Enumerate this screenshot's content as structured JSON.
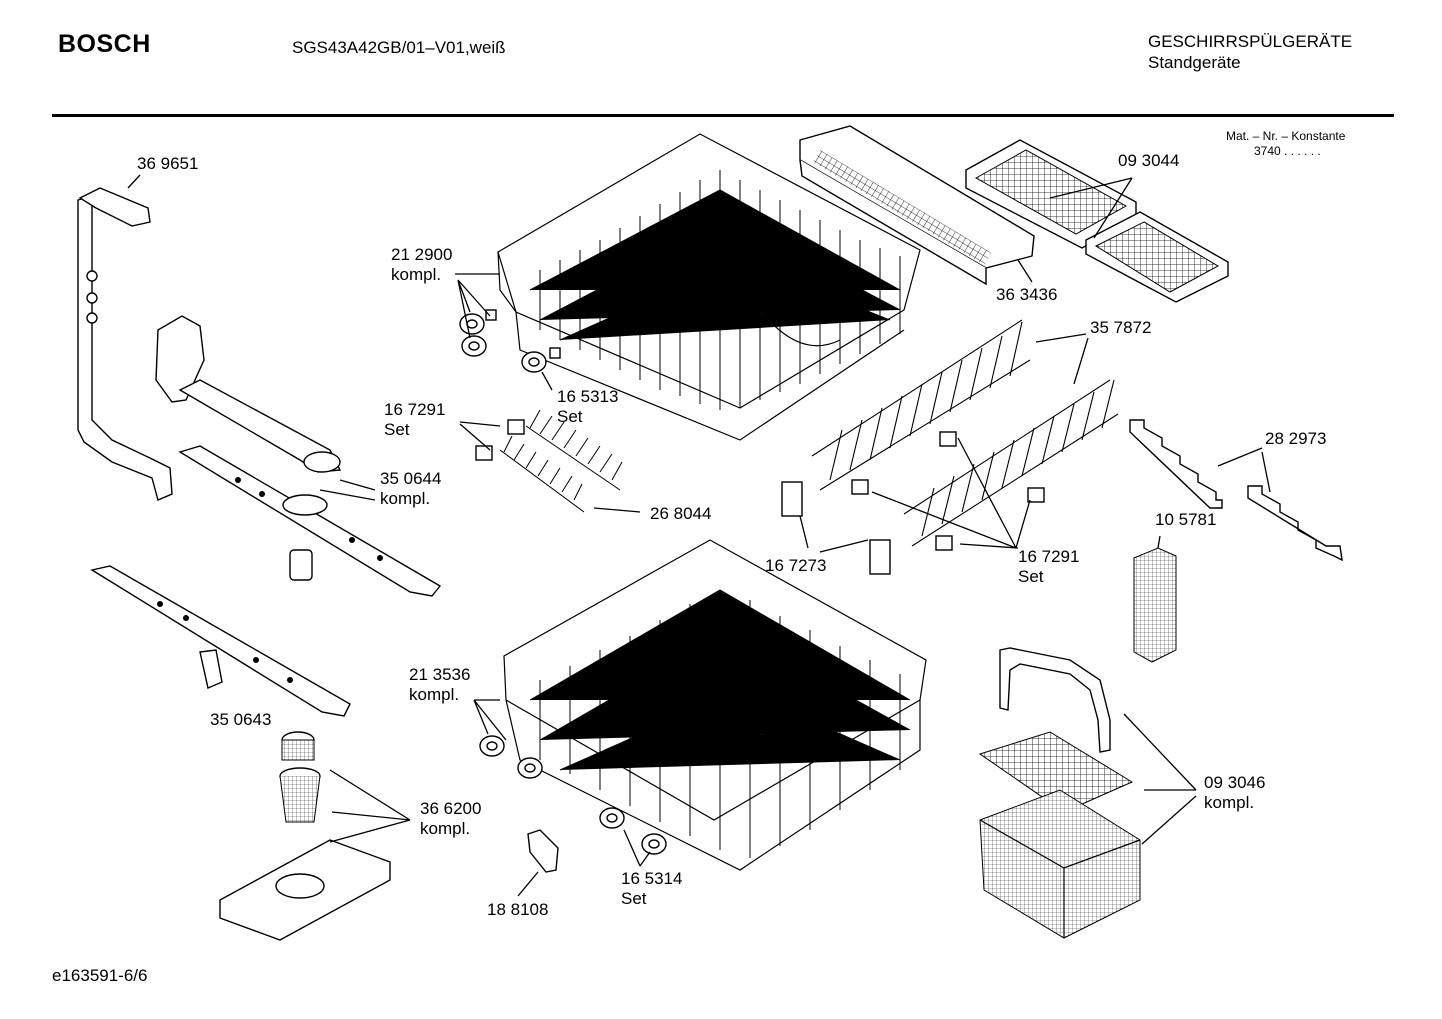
{
  "header": {
    "brand": "BOSCH",
    "model": "SGS43A42GB/01–V01,weiß",
    "category_line1": "GESCHIRRSPÜLGERÄTE",
    "category_line2": "Standgeräte"
  },
  "mat_box": {
    "label": "Mat. – Nr. – Konstante",
    "value": "3740 .  .  .  .  .  ."
  },
  "footer": {
    "code": "e163591-6/6"
  },
  "parts": [
    {
      "id": "p369651",
      "number": "36 9651",
      "sub": ""
    },
    {
      "id": "p212900",
      "number": "21 2900",
      "sub": "kompl."
    },
    {
      "id": "p165313",
      "number": "16 5313",
      "sub": "Set"
    },
    {
      "id": "p167291a",
      "number": "16 7291",
      "sub": "Set"
    },
    {
      "id": "p350644",
      "number": "35 0644",
      "sub": "kompl."
    },
    {
      "id": "p268044",
      "number": "26 8044",
      "sub": ""
    },
    {
      "id": "p350643",
      "number": "35 0643",
      "sub": ""
    },
    {
      "id": "p213536",
      "number": "21 3536",
      "sub": "kompl."
    },
    {
      "id": "p366200",
      "number": "36 6200",
      "sub": "kompl."
    },
    {
      "id": "p188108",
      "number": "18 8108",
      "sub": ""
    },
    {
      "id": "p165314",
      "number": "16 5314",
      "sub": "Set"
    },
    {
      "id": "p093044",
      "number": "09 3044",
      "sub": ""
    },
    {
      "id": "p363436",
      "number": "36 3436",
      "sub": ""
    },
    {
      "id": "p357872",
      "number": "35 7872",
      "sub": ""
    },
    {
      "id": "p282973",
      "number": "28 2973",
      "sub": ""
    },
    {
      "id": "p105781",
      "number": "10 5781",
      "sub": ""
    },
    {
      "id": "p167273",
      "number": "16 7273",
      "sub": ""
    },
    {
      "id": "p167291b",
      "number": "16 7291",
      "sub": "Set"
    },
    {
      "id": "p093046",
      "number": "09 3046",
      "sub": "kompl."
    }
  ]
}
